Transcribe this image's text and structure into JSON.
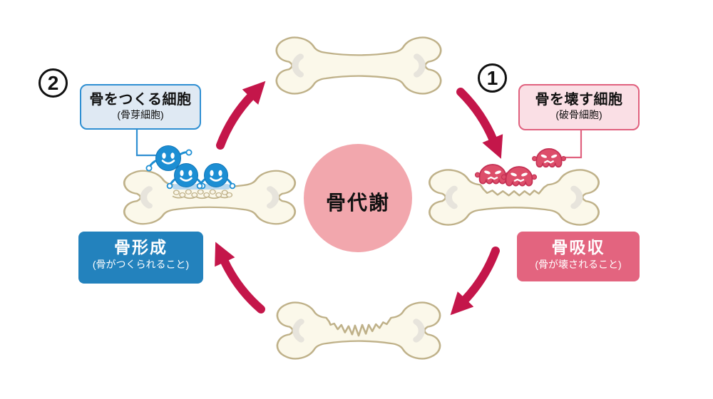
{
  "diagram_title": "骨代謝",
  "center": {
    "label": "骨代謝"
  },
  "step1": {
    "number": "1",
    "cell_box": {
      "title": "骨を壊す細胞",
      "subtitle": "(破骨細胞)"
    },
    "result_box": {
      "title": "骨吸収",
      "subtitle": "(骨が壊されること)"
    }
  },
  "step2": {
    "number": "2",
    "cell_box": {
      "title": "骨をつくる細胞",
      "subtitle": "(骨芽細胞)"
    },
    "result_box": {
      "title": "骨形成",
      "subtitle": "(骨がつくられること)"
    }
  },
  "colors": {
    "center_circle": "#f2a7ad",
    "cycle_arrow": "#c4164a",
    "bone_fill": "#fbf8ea",
    "bone_outline": "#bfb189",
    "osteoblast_box_border": "#2f8fd2",
    "osteoblast_box_bg": "#dfe9f3",
    "osteoclast_box_border": "#e0617e",
    "osteoclast_box_bg": "#fadfe5",
    "formation_box_bg": "#2382bd",
    "resorption_box_bg": "#e3647f",
    "osteoblast_cell": "#1c8ed3",
    "osteoclast_cell": "#dd4e6a"
  },
  "icons": {
    "osteoblast_cells": "smiling-round-cell-icon",
    "osteoclast_cells": "angry-octopus-cell-icon",
    "cycle_arrows": "curved-cycle-arrow-icon",
    "bones": "bone-illustration"
  }
}
